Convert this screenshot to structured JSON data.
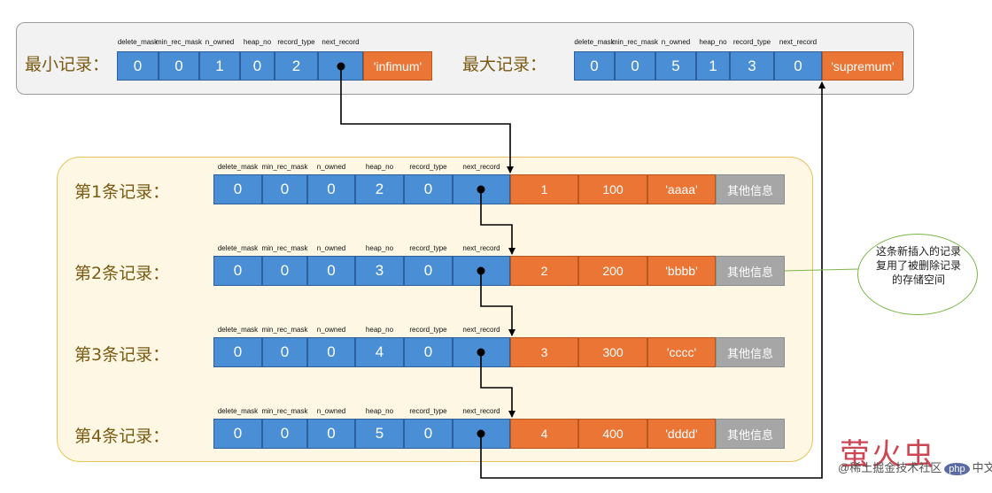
{
  "min_record": {
    "label": "最小记录：",
    "headers": [
      "delete_mask",
      "min_rec_mask",
      "n_owned",
      "heap_no",
      "record_type",
      "next_record"
    ],
    "values": [
      "0",
      "0",
      "1",
      "0",
      "2",
      ""
    ],
    "content": "'infimum'"
  },
  "max_record": {
    "label": "最大记录：",
    "headers": [
      "delete_mask",
      "min_rec_mask",
      "n_owned",
      "heap_no",
      "record_type",
      "next_record"
    ],
    "values": [
      "0",
      "0",
      "5",
      "1",
      "3",
      "0"
    ],
    "content": "'supremum'"
  },
  "records": [
    {
      "label": "第1条记录：",
      "headers": [
        "delete_mask",
        "min_rec_mask",
        "n_owned",
        "heap_no",
        "record_type",
        "next_record"
      ],
      "values": [
        "0",
        "0",
        "0",
        "2",
        "0",
        ""
      ],
      "data": [
        "1",
        "100",
        "'aaaa'"
      ],
      "other": "其他信息"
    },
    {
      "label": "第2条记录：",
      "headers": [
        "delete_mask",
        "min_rec_mask",
        "n_owned",
        "heap_no",
        "record_type",
        "next_record"
      ],
      "values": [
        "0",
        "0",
        "0",
        "3",
        "0",
        ""
      ],
      "data": [
        "2",
        "200",
        "'bbbb'"
      ],
      "other": "其他信息"
    },
    {
      "label": "第3条记录：",
      "headers": [
        "delete_mask",
        "min_rec_mask",
        "n_owned",
        "heap_no",
        "record_type",
        "next_record"
      ],
      "values": [
        "0",
        "0",
        "0",
        "4",
        "0",
        ""
      ],
      "data": [
        "3",
        "300",
        "'cccc'"
      ],
      "other": "其他信息"
    },
    {
      "label": "第4条记录：",
      "headers": [
        "delete_mask",
        "min_rec_mask",
        "n_owned",
        "heap_no",
        "record_type",
        "next_record"
      ],
      "values": [
        "0",
        "0",
        "0",
        "5",
        "0",
        ""
      ],
      "data": [
        "4",
        "400",
        "'dddd'"
      ],
      "other": "其他信息"
    }
  ],
  "callout": {
    "lines": [
      "这条新插入的记录",
      "复用了被删除记录",
      "的存储空间"
    ]
  },
  "watermark": {
    "brand": "萤火虫",
    "footer": "@稀土掘金技术社区",
    "badge": "php",
    "site": "中文网"
  },
  "colors": {
    "field": "#4a8fd5",
    "data": "#ea7535",
    "other": "#a6a6a6",
    "panel": "#fdf7e3",
    "arrow": "#000000"
  }
}
